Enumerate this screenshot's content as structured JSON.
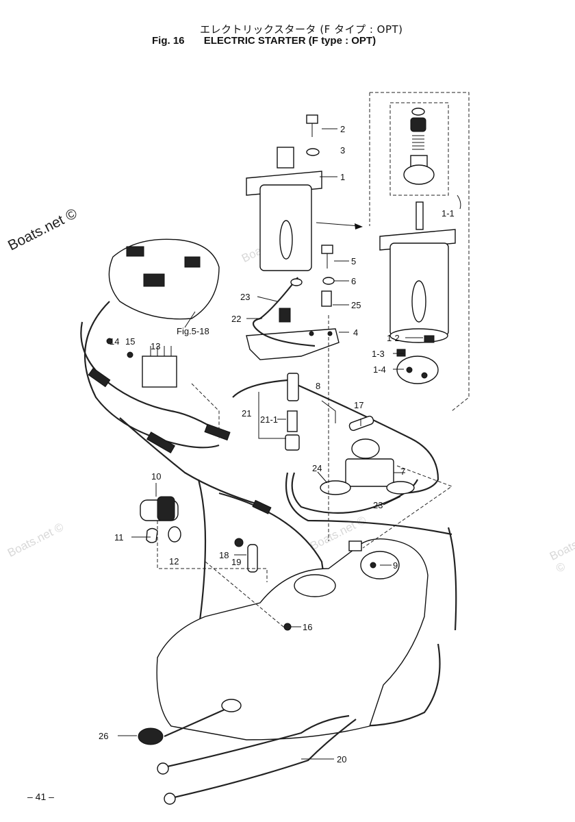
{
  "header": {
    "title_jp": "エレクトリックスタータ (F タイプ : OPT)",
    "fig_label": "Fig. 16",
    "title_en": "ELECTRIC STARTER (F type : OPT)"
  },
  "watermarks": {
    "main": "Boats.net ©",
    "faint": [
      "Boats.net ©",
      "Boats.net ©",
      "Boats.net ©",
      "Boats.net ©"
    ]
  },
  "ref_label": "Fig.5-18",
  "callouts": [
    "1",
    "1-1",
    "1-2",
    "1-3",
    "1-4",
    "2",
    "3",
    "4",
    "5",
    "6",
    "7",
    "8",
    "9",
    "10",
    "11",
    "12",
    "13",
    "14",
    "15",
    "16",
    "17",
    "18",
    "19",
    "20",
    "21",
    "21-1",
    "22",
    "23",
    "23",
    "24",
    "25",
    "26"
  ],
  "page_number": "– 41 –"
}
